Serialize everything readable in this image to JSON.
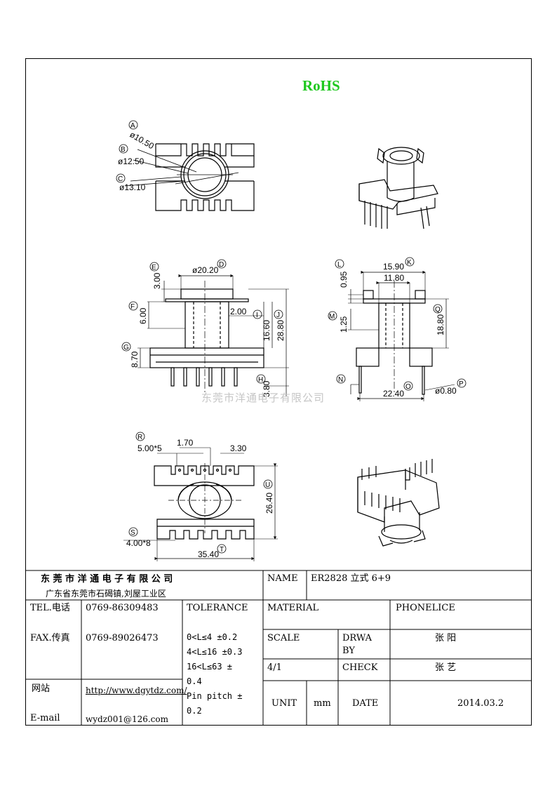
{
  "header": {
    "rohs": "RoHS"
  },
  "watermark": "东莞市洋通电子有限公司",
  "dims": {
    "A": "A",
    "B": "B",
    "C": "C",
    "D": "D",
    "E": "E",
    "F": "F",
    "G": "G",
    "H": "H",
    "I": "I",
    "J": "J",
    "K": "K",
    "L": "L",
    "M": "M",
    "N": "N",
    "O": "O",
    "P": "P",
    "Q": "Q",
    "R": "R",
    "S": "S",
    "T": "T",
    "U": "U",
    "a_val": "ø10.50",
    "b_val": "ø12.50",
    "c_val": "ø13.10",
    "d_val": "ø20.20",
    "e_val": "3.00",
    "f_val": "6.00",
    "g_val": "8.70",
    "h_val": "3.80",
    "i_val": "2.00",
    "i2_val": "16.60",
    "j_val": "28.80",
    "k_val": "15.90",
    "k2_val": "11.80",
    "l_val": "0.95",
    "m_val": "1.25",
    "q_val": "18.80",
    "o_val": "22.40",
    "p_val": "ø0.80",
    "r_val": "5.00*5",
    "r2_val": "1.70",
    "r3_val": "3.30",
    "u_val": "26.40",
    "s_val": "4.00*8",
    "t_val": "35.40"
  },
  "title_block": {
    "company": "东 莞 市 洋 通 电 子 有 限 公 司",
    "address": "广东省东莞市石碣镇,刘屋工业区",
    "name_label": "NAME",
    "name_value": "ER2828 立式 6+9",
    "tel_label": "TEL.电话",
    "tel_value": "0769-86309483",
    "tolerance_label": "TOLERANCE",
    "material_label": "MATERIAL",
    "material_value": "PHONELICE",
    "fax_label": "FAX.传真",
    "fax_value": "0769-89026473",
    "tol_1": "0<L≤4   ±0.2",
    "tol_2": "4<L≤16  ±0.3",
    "tol_3": "16<L≤63  ±",
    "tol_3b": "0.4",
    "tol_4": "Pin pitch ±",
    "tol_4b": "0.2",
    "scale_label": "SCALE",
    "drawn_label": "DRWA",
    "drawn_label2": "BY",
    "drawn_value": "张 阳",
    "scale_value": "4/1",
    "check_label": "CHECK",
    "check_value": "张 艺",
    "web_label": "网站",
    "web_value": "http://www.dgytdz.com/",
    "email_label": "E-mail",
    "email_value": "wydz001@126.com",
    "unit_label": "UNIT",
    "unit_value": "mm",
    "date_label": "DATE",
    "date_value": "2014.03.2"
  }
}
